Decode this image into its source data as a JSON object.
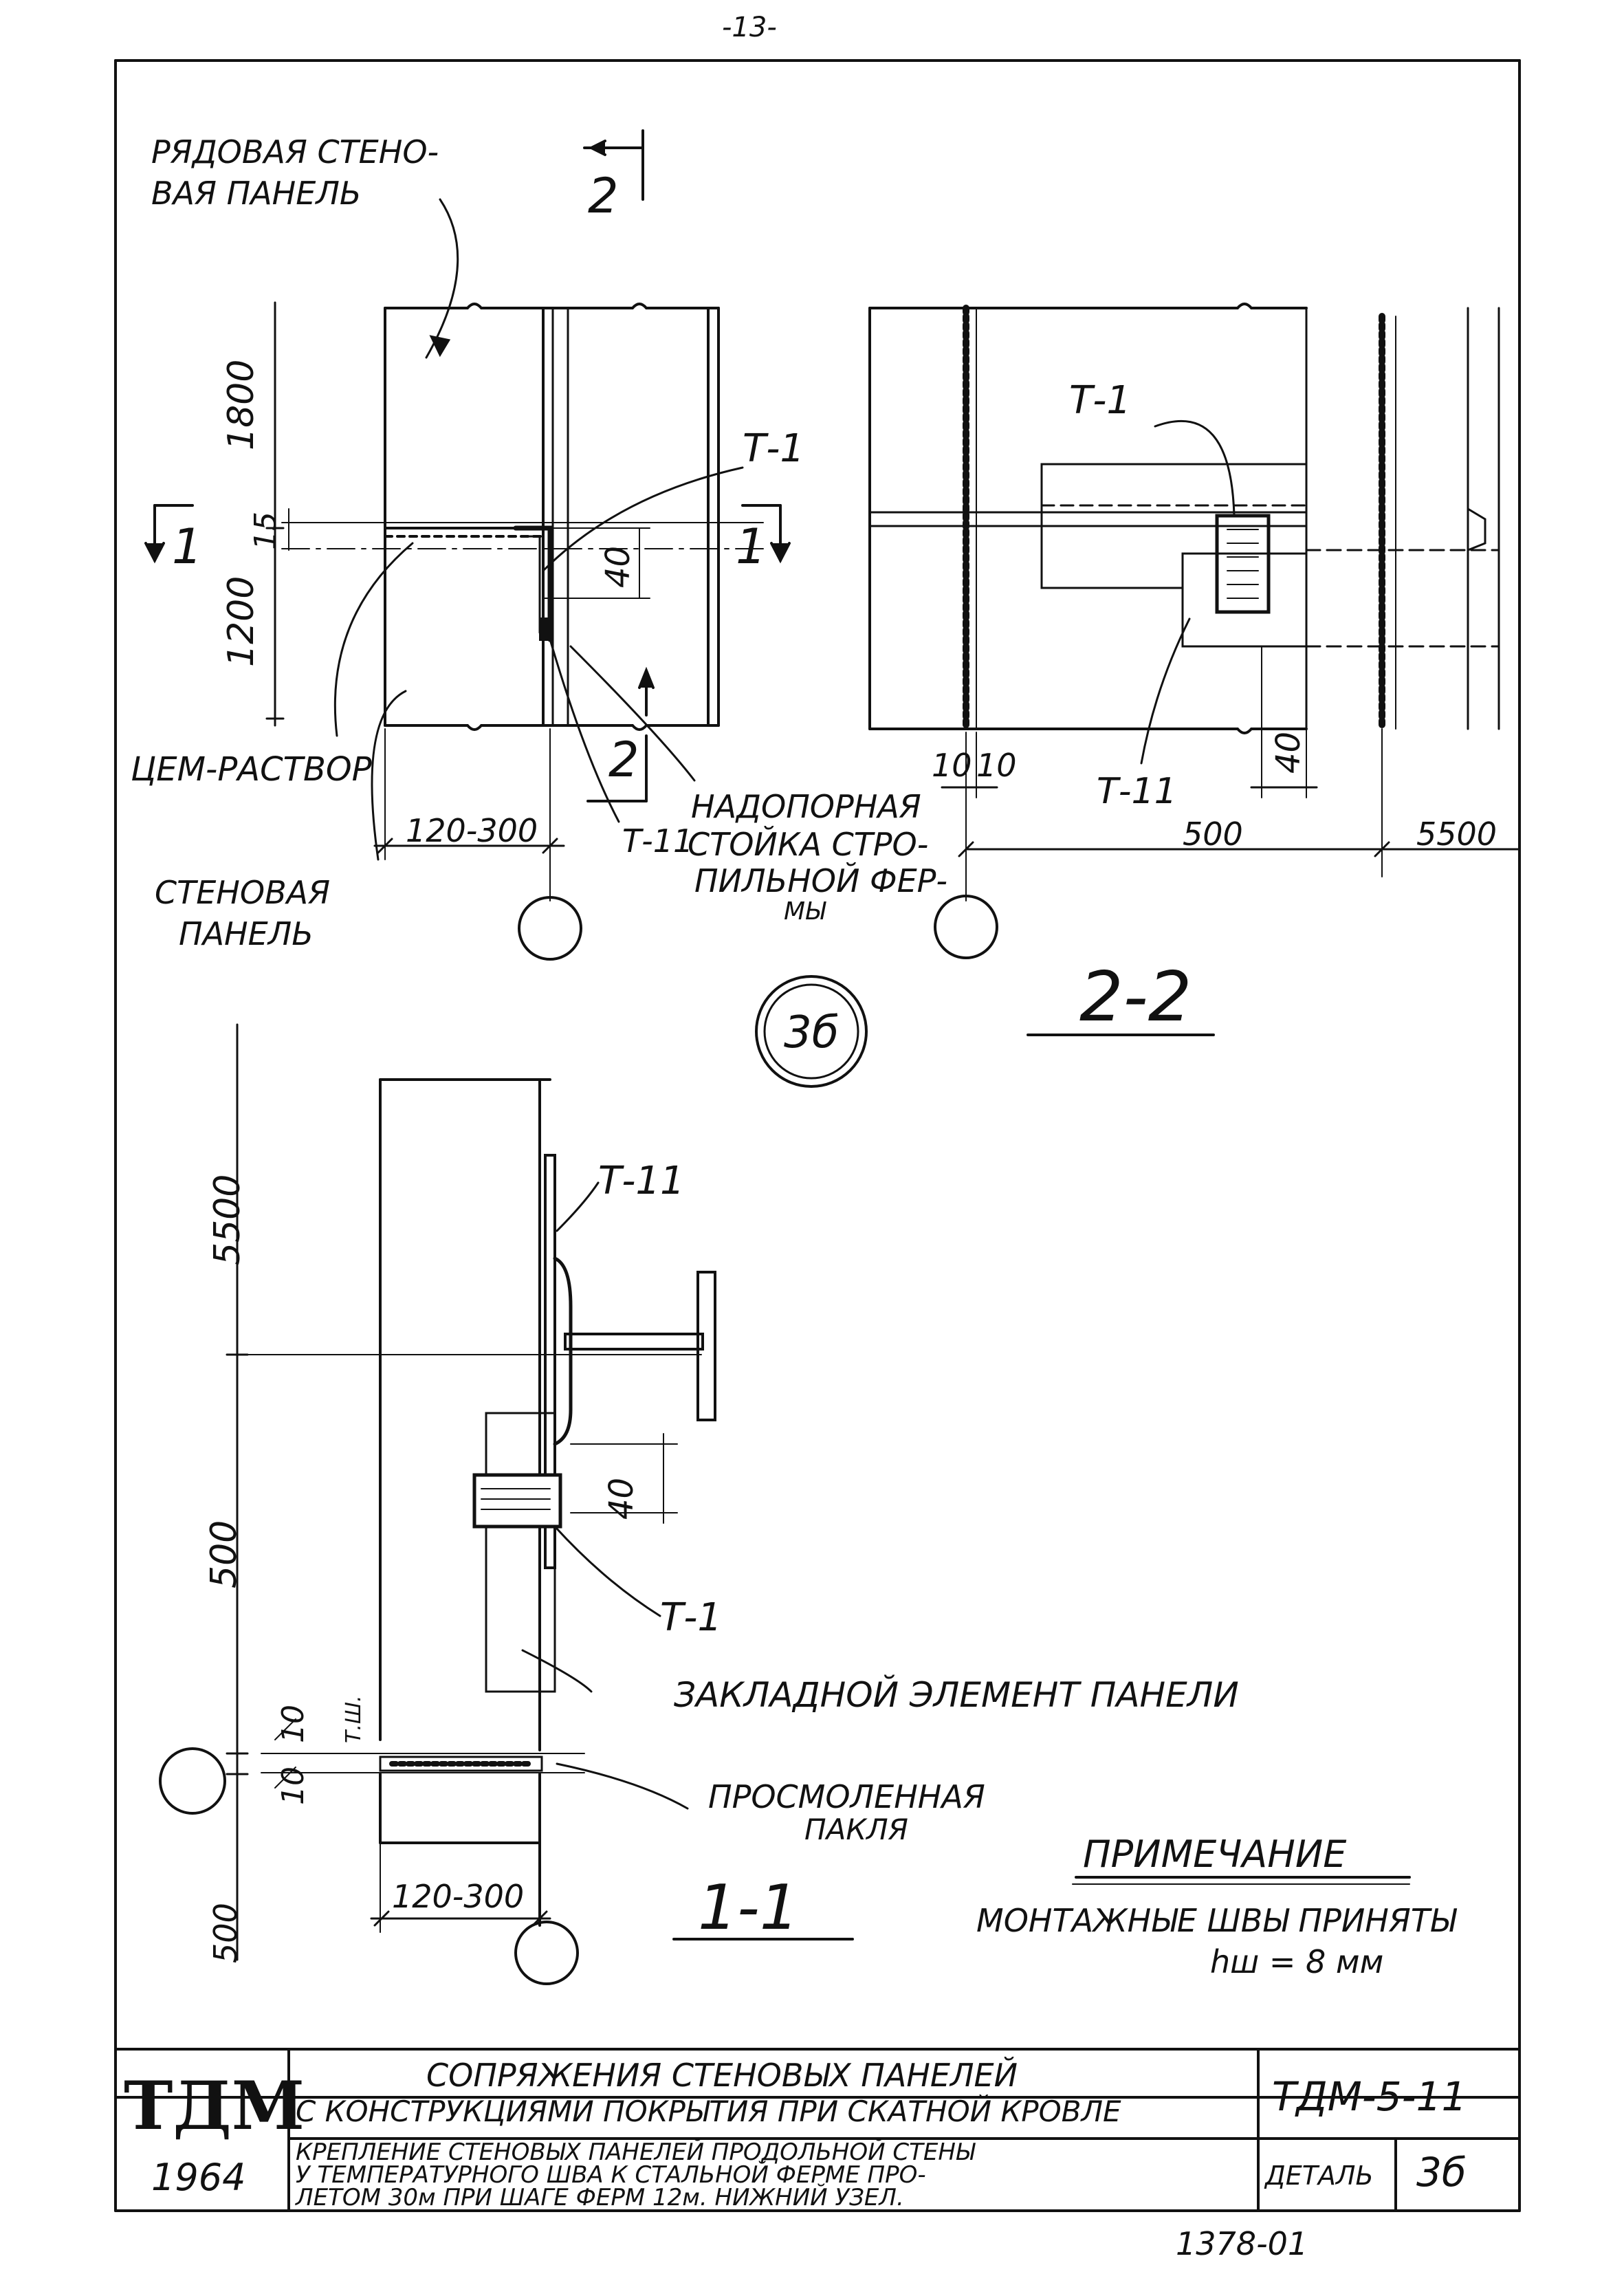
{
  "page_number": "-13-",
  "labels": {
    "ryadovaya_l1": "РЯДОВАЯ СТЕНО-",
    "ryadovaya_l2": "ВАЯ ПАНЕЛЬ",
    "section_2_top": "2",
    "section_2_bottom": "2",
    "section_1_left": "1",
    "section_1_right": "1",
    "t1_top": "Т-1",
    "t1_section": "Т-1",
    "t1_bottom": "Т-1",
    "t11_plan": "Т-11",
    "t11_section": "Т-11",
    "t11_bottom": "Т-11",
    "cem_rastvor": "ЦЕМ-РАСТВОР",
    "stenovaya_l1": "СТЕНОВАЯ",
    "stenovaya_l2": "ПАНЕЛЬ",
    "nadopornaya_l1": "НАДОПОРНАЯ",
    "nadopornaya_l2": "СТОЙКА СТРО-",
    "nadopornaya_l3": "ПИЛЬНОЙ ФЕР-",
    "nadopornaya_l4": "МЫ",
    "zakladnoy": "ЗАКЛАДНОЙ ЭЛЕМЕНТ ПАНЕЛИ",
    "prosmolennaya_l1": "ПРОСМОЛЕННАЯ",
    "prosmolennaya_l2": "ПАКЛЯ",
    "t_sh": "Т.Ш.",
    "section_2_2": "2-2",
    "section_1_1": "1-1",
    "detail_no": "3б"
  },
  "dimensions": {
    "d1800": "1800",
    "d1200": "1200",
    "d15": "15",
    "d40a": "40",
    "d40b": "40",
    "d40c": "40",
    "d120_300a": "120-300",
    "d120_300b": "120-300",
    "d10a": "10",
    "d10b": "10",
    "d10c": "10",
    "d10d": "10",
    "d500a": "500",
    "d500b": "500",
    "d500c": "500",
    "d5500a": "5500",
    "d5500b": "5500"
  },
  "note": {
    "title": "ПРИМЕЧАНИЕ",
    "line1": "МОНТАЖНЫЕ ШВЫ ПРИНЯТЫ",
    "line2": "hш = 8 мм"
  },
  "title_block": {
    "logo": "ТДМ",
    "year": "1964",
    "title_l1": "СОПРЯЖЕНИЯ СТЕНОВЫХ ПАНЕЛЕЙ",
    "title_l2": "С КОНСТРУКЦИЯМИ ПОКРЫТИЯ ПРИ СКАТНОЙ КРОВЛЕ",
    "sub_l1": "КРЕПЛЕНИЕ СТЕНОВЫХ ПАНЕЛЕЙ   ПРОДОЛЬНОЙ СТЕНЫ",
    "sub_l2": "У ТЕМПЕРАТУРНОГО ШВА К СТАЛЬНОЙ ФЕРМЕ ПРО-",
    "sub_l3": "ЛЕТОМ 30м ПРИ ШАГЕ ФЕРМ 12м. НИЖНИЙ УЗЕЛ.",
    "code": "ТДМ-5-11",
    "detail_label": "ДЕТАЛЬ",
    "detail_value": "3б"
  },
  "stamp": "1378-01"
}
